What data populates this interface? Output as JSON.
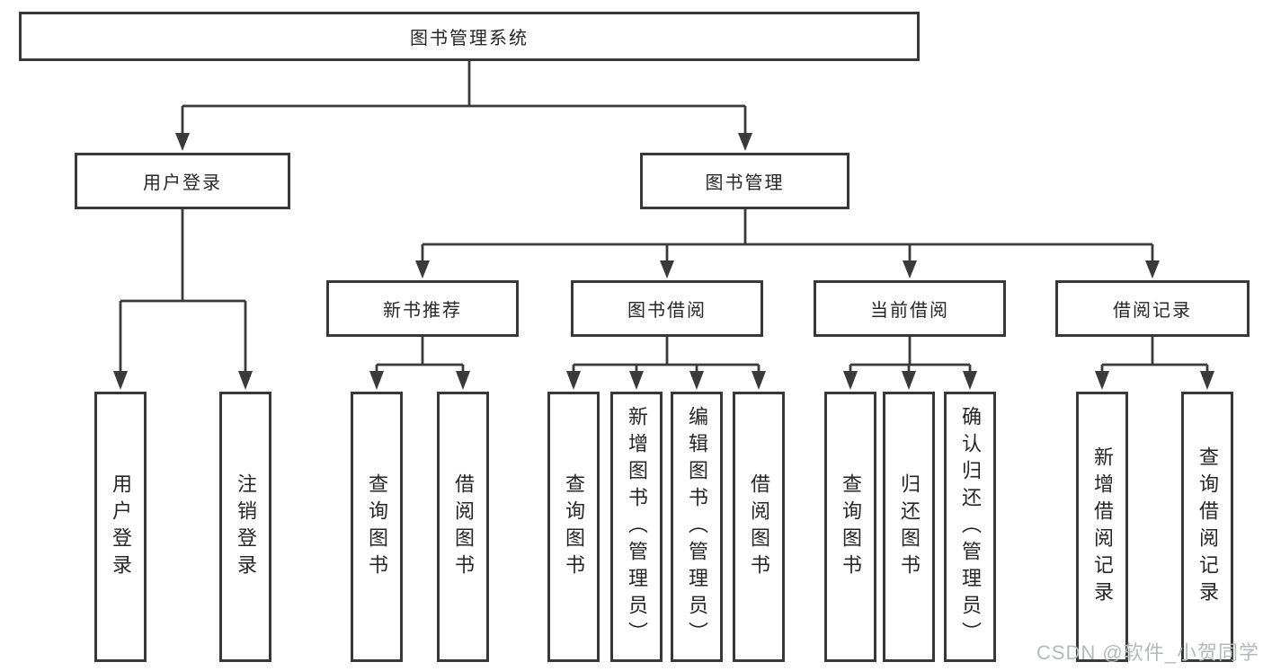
{
  "diagram": {
    "root": {
      "label": "图书管理系统"
    },
    "branches": [
      {
        "label": "用户登录",
        "children": [
          "用户登录",
          "注销登录"
        ]
      },
      {
        "label": "图书管理",
        "modules": [
          {
            "label": "新书推荐",
            "children": [
              "查询图书",
              "借阅图书"
            ]
          },
          {
            "label": "图书借阅",
            "children": [
              "查询图书",
              "新增图书（管理员）",
              "编辑图书（管理员）",
              "借阅图书"
            ]
          },
          {
            "label": "当前借阅",
            "children": [
              "查询图书",
              "归还图书",
              "确认归还（管理员）"
            ]
          },
          {
            "label": "借阅记录",
            "children": [
              "新增借阅记录",
              "查询借阅记录"
            ]
          }
        ]
      }
    ]
  },
  "watermark": {
    "text": "CSDN @软件_小贺同学"
  },
  "colors": {
    "line": "#3a3a3a",
    "box_border": "#383838",
    "text": "#262626",
    "background": "#ffffff",
    "watermark": "#b5b8bc"
  }
}
